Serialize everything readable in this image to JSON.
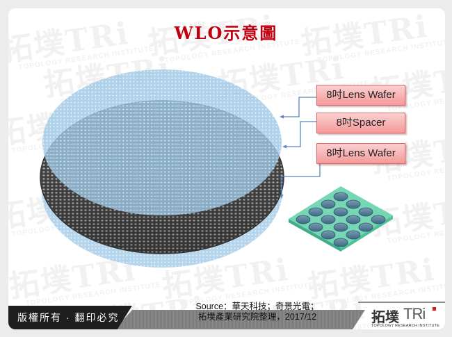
{
  "title": "WLO示意圖",
  "labels": [
    {
      "id": "top-lens-wafer",
      "text": "8吋Lens Wafer"
    },
    {
      "id": "spacer",
      "text": "8吋Spacer"
    },
    {
      "id": "bottom-lens-wafer",
      "text": "8吋Lens Wafer"
    }
  ],
  "footer": {
    "copyright": "版權所有 · 翻印必究",
    "source_line1": "Source：華天科技；奇景光電；",
    "source_line2": "拓墣產業研究院整理，2017/12"
  },
  "logo": {
    "cn": "拓墣",
    "tri": "TRi",
    "subtitle": "TOPOLOGY RESEARCH INSTITUTE"
  },
  "watermark": {
    "cn": "拓墣",
    "tri": "TRi",
    "subtitle": "TOPOLOGY RESEARCH INSTITUTE"
  },
  "colors": {
    "title": "#c00010",
    "label_fill": "#f7b0b0",
    "label_border": "#d86a6a",
    "wafer_blue": "#a8cde8",
    "spacer_gray": "#555555",
    "connector": "#5b85bd",
    "lens_array_green": "#5fd0a8"
  }
}
